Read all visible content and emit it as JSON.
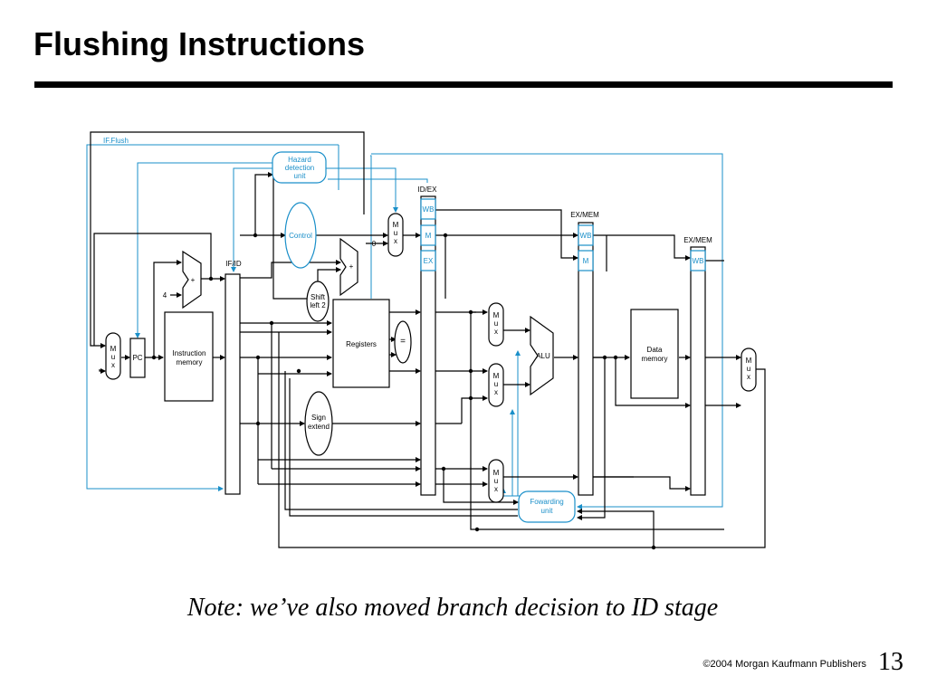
{
  "slide": {
    "title": "Flushing Instructions",
    "note": "Note:  we’ve also moved branch decision to ID stage",
    "copyright": "©2004 Morgan Kaufmann Publishers",
    "page_number": "13"
  },
  "diagram": {
    "colors": {
      "wire": "#000000",
      "control": "#1a8fc9",
      "label": "#1a8fc9"
    },
    "labels": {
      "if_flush": "IF.Flush",
      "hazard": [
        "Hazard",
        "detection",
        "unit"
      ],
      "control": "Control",
      "id_ex": "ID/EX",
      "ex_mem": "EX/MEM",
      "ex_mem_2": "EX/MEM",
      "if_id": "IF/ID",
      "wb": "WB",
      "m": "M",
      "ex": "EX",
      "zero": "0",
      "four": "4",
      "plus": "+",
      "shift": [
        "Shift",
        "left 2"
      ],
      "registers": "Registers",
      "equal": "=",
      "sign": [
        "Sign",
        "extend"
      ],
      "alu": "ALU",
      "data_memory": [
        "Data",
        "memory"
      ],
      "instruction_memory": [
        "Instruction",
        "memory"
      ],
      "pc": "PC",
      "forwarding": [
        "Fowarding",
        "unit"
      ],
      "mux": [
        "M",
        "u",
        "x"
      ]
    }
  }
}
